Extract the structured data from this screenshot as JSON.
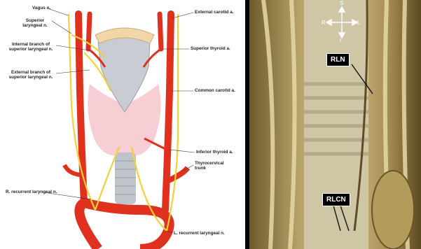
{
  "diagram": {
    "labels": {
      "vagus": "Vagus n.",
      "superior_laryngeal": "Superior laryngeal n.",
      "internal_branch": "Internal branch of superior laryngeal n.",
      "external_branch": "External branch of superior laryngeal n.",
      "external_carotid": "External carotid a.",
      "superior_thyroid": "Superior thyroid a.",
      "common_carotid": "Common carotid a.",
      "inferior_thyroid": "Inferior thyroid a.",
      "thyrocervical": "Thyrocervical trunk",
      "r_recurrent": "R. recurrent laryngeal n.",
      "l_recurrent": "L. recurrent laryngeal n."
    }
  },
  "photo": {
    "orientation": {
      "s": "S",
      "r": "R",
      "l": "L",
      "i": "I"
    },
    "tags": {
      "rln": "RLN",
      "rlcn": "RLCN"
    }
  }
}
